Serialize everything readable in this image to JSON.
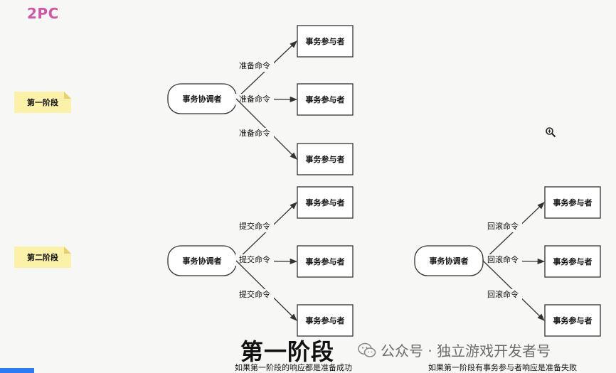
{
  "title": "2PC",
  "caption": "第一阶段",
  "phase1_note": "如果第一阶段的响应都是准备成功",
  "phase2_note": "如果第一阶段有事务参与者响应是准备失败",
  "watermark": "公众号 · 独立游戏开发者号",
  "stage_labels": [
    "第一阶段",
    "第二阶段"
  ],
  "coordinator_label": "事务协调者",
  "participant_label": "事务参与者",
  "groups": [
    {
      "name": "phase1-prepare",
      "command": "准备命令"
    },
    {
      "name": "phase2-commit",
      "command": "提交命令"
    },
    {
      "name": "phase2-rollback",
      "command": "回滚命令"
    }
  ],
  "colors": {
    "title": "#cf57a8",
    "sticky": "#fbf1a8",
    "sticky_fold": "#e6d36e",
    "line": "#333333",
    "bar": "#2b7cf0"
  }
}
